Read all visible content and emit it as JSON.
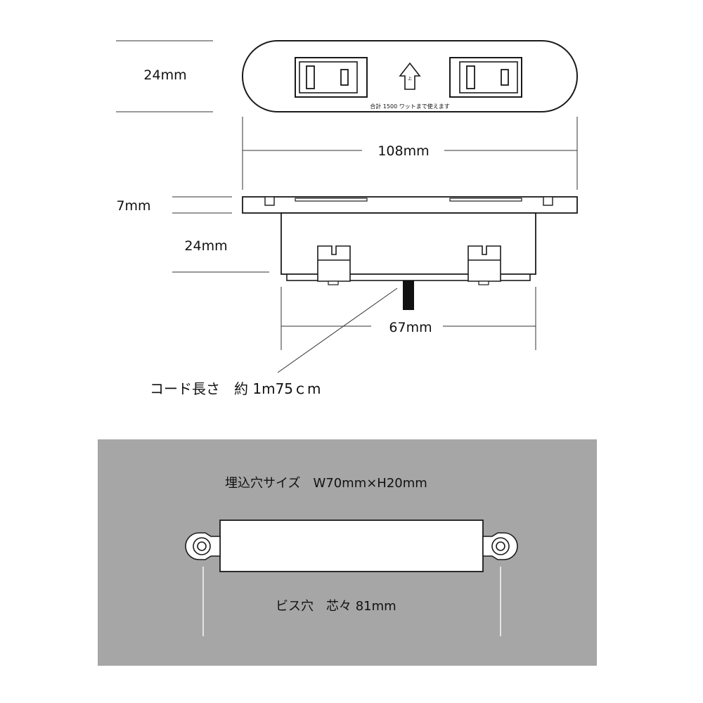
{
  "top_view": {
    "height_label": "24mm",
    "width_label": "108mm",
    "rating_text": "合計 1500 ワットまで使えます",
    "arrow_label": "上"
  },
  "side_view": {
    "flange_label": "7mm",
    "body_height_label": "24mm",
    "body_width_label": "67mm",
    "cord_label": "コード長さ　約 1m75ｃm"
  },
  "cutout": {
    "hole_size_label": "埋込穴サイズ　W70mm×H20mm",
    "screw_label": "ビス穴　芯々 81mm"
  },
  "colors": {
    "line": "#1a1a1a",
    "panel_bg": "#a6a6a6",
    "white": "#ffffff",
    "cord": "#111111"
  }
}
